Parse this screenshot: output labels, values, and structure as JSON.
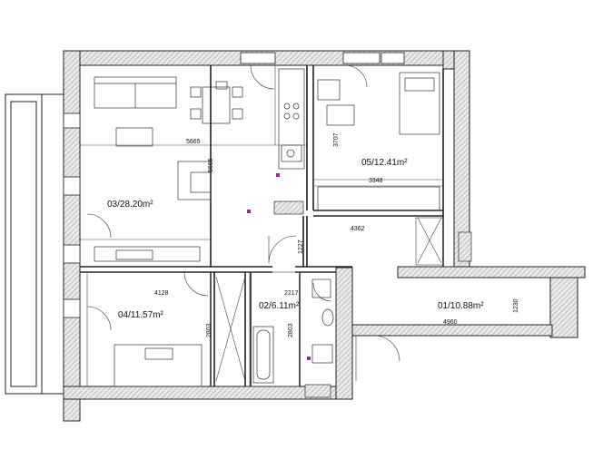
{
  "rooms": [
    {
      "id": "room-03",
      "label": "03/28.20m²"
    },
    {
      "id": "room-05",
      "label": "05/12.41m²"
    },
    {
      "id": "room-04",
      "label": "04/11.57m²"
    },
    {
      "id": "room-02",
      "label": "02/6.11m²"
    },
    {
      "id": "room-01",
      "label": "01/10.88m²"
    }
  ],
  "dimensions": {
    "d5665_horizontal": "5665",
    "d5665_vertical": "5665",
    "d3707": "3707",
    "d3348": "3348",
    "d4362": "4362",
    "d1227": "1227",
    "d4128": "4128",
    "d2217": "2217",
    "d2803_bedroom": "2803",
    "d2803_bath": "2803",
    "d4960": "4960",
    "d1230": "1230"
  }
}
